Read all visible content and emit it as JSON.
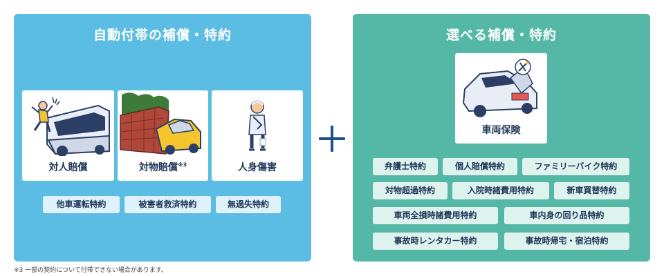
{
  "left_panel": {
    "title": "自動付帯の補償・特約",
    "cards": [
      {
        "label": "対人賠償",
        "note": ""
      },
      {
        "label": "対物賠償",
        "note": "※3"
      },
      {
        "label": "人身傷害",
        "note": ""
      }
    ],
    "chips": [
      "他車運転特約",
      "被害者救済特約",
      "無過失特約"
    ]
  },
  "plus_symbol": "plus-icon",
  "right_panel": {
    "title": "選べる補償・特約",
    "card": {
      "label": "車両保険"
    },
    "chips_row1": [
      "弁護士特約",
      "個人賠償特約",
      "ファミリーバイク特約"
    ],
    "chips_row2": [
      "対物超過特約",
      "入院時諸費用特約",
      "新車買替特約"
    ],
    "chips_row3": [
      "車両全損時諸費用特約",
      "車内身の回り品特約"
    ],
    "chips_row4": [
      "事故時レンタカー特約",
      "事故時帰宅・宿泊特約"
    ]
  },
  "footnote": "※3 一部の契約について付帯できない場合があります。",
  "colors": {
    "left_panel_bg": "#5bbde3",
    "right_panel_bg": "#55b8a6",
    "text": "#1d3557",
    "plus": "#1d4f8c"
  }
}
